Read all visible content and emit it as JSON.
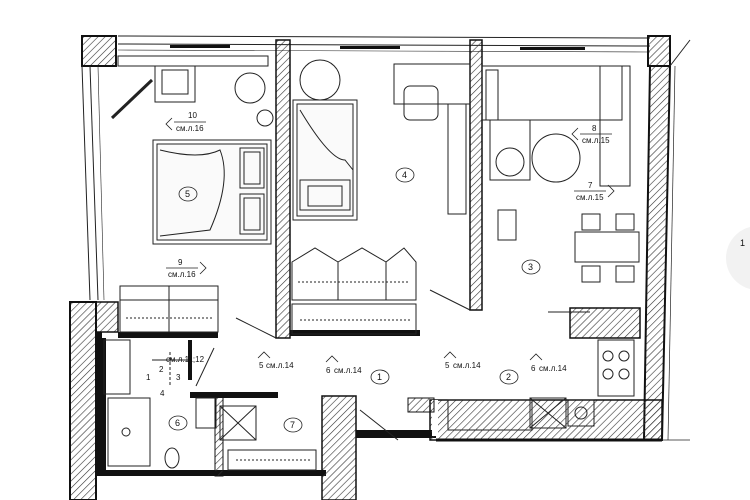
{
  "rooms": [
    {
      "id": "room-1",
      "label": "1"
    },
    {
      "id": "room-2",
      "label": "2"
    },
    {
      "id": "room-3",
      "label": "3"
    },
    {
      "id": "room-4",
      "label": "4"
    },
    {
      "id": "room-5",
      "label": "5"
    },
    {
      "id": "room-6",
      "label": "6"
    },
    {
      "id": "room-7",
      "label": "7"
    }
  ],
  "callouts": [
    {
      "id": "c10",
      "num": "10",
      "ref": "см.л.16"
    },
    {
      "id": "c9",
      "num": "9",
      "ref": "см.л.16"
    },
    {
      "id": "c8",
      "num": "8",
      "ref": "см.л.15"
    },
    {
      "id": "c7",
      "num": "7",
      "ref": "см.л.15"
    },
    {
      "id": "c5a",
      "num": "5",
      "ref": "см.л.14"
    },
    {
      "id": "c6a",
      "num": "6",
      "ref": "см.л.14"
    },
    {
      "id": "c5b",
      "num": "5",
      "ref": "см.л.14"
    },
    {
      "id": "c6b",
      "num": "6",
      "ref": "см.л.14"
    },
    {
      "id": "c11",
      "num": "",
      "ref": "см.л.11;12"
    }
  ],
  "bath_marks": [
    "1",
    "2",
    "3",
    "4"
  ],
  "edge_label": "1",
  "colors": {
    "wall": "#111111",
    "hatch": "#333333",
    "line": "#222222"
  }
}
